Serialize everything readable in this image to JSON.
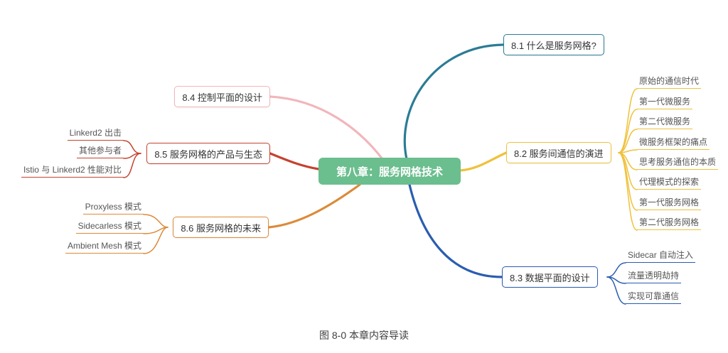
{
  "caption": "图 8-0 本章内容导读",
  "center": {
    "label": "第八章：服务网格技术",
    "bg": "#6BBE8E",
    "text_color": "#ffffff"
  },
  "branches": [
    {
      "id": "8.1",
      "label": "8.1 什么是服务网格?",
      "color": "#2B7C95",
      "children": []
    },
    {
      "id": "8.2",
      "label": "8.2 服务间通信的演进",
      "color": "#EFC13C",
      "children": [
        "原始的通信时代",
        "第一代微服务",
        "第二代微服务",
        "微服务框架的痛点",
        "思考服务通信的本质",
        "代理模式的探索",
        "第一代服务网格",
        "第二代服务网格"
      ]
    },
    {
      "id": "8.3",
      "label": "8.3 数据平面的设计",
      "color": "#2A5DB0",
      "children": [
        "Sidecar 自动注入",
        "流量透明劫持",
        "实现可靠通信"
      ]
    },
    {
      "id": "8.4",
      "label": "8.4 控制平面的设计",
      "color": "#F1B6BB",
      "children": []
    },
    {
      "id": "8.5",
      "label": "8.5 服务网格的产品与生态",
      "color": "#C4432F",
      "children": [
        "Linkerd2 出击",
        "其他参与者",
        "Istio 与 Linkerd2 性能对比"
      ]
    },
    {
      "id": "8.6",
      "label": "8.6 服务网格的未来",
      "color": "#DC8A38",
      "children": [
        "Proxyless 模式",
        "Sidecarless 模式",
        "Ambient Mesh 模式"
      ]
    }
  ]
}
